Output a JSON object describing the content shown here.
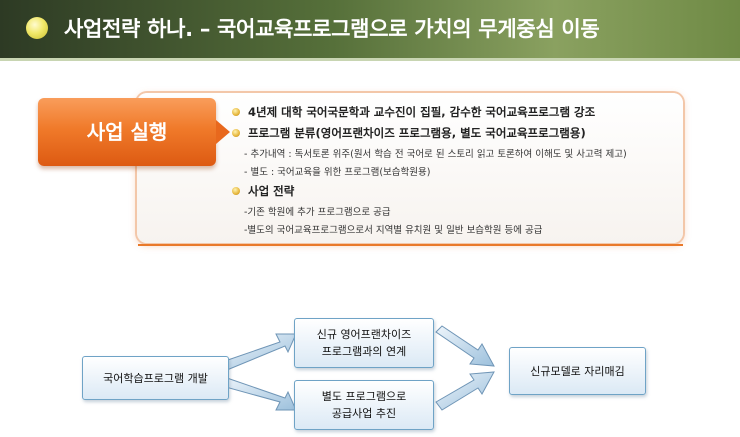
{
  "header": {
    "title": "사업전략 하나. – 국어교육프로그램으로 가치의 무게중심 이동"
  },
  "tab": {
    "label": "사업 실행"
  },
  "content": {
    "item1": "4년제 대학 국어국문학과 교수진이 집필, 감수한 국어교육프로그램 강조",
    "item2": "프로그램 분류(영어프랜차이즈 프로그램용, 별도 국어교육프로그램용)",
    "item2_sub1": "- 추가내역 : 독서토론 위주(원서 학습 전 국어로 된 스토리 읽고 토론하여 이해도 및 사고력 제고)",
    "item2_sub2": "- 별도 : 국어교육을 위한 프로그램(보습학원용)",
    "item3": "사업 전략",
    "item3_sub1": "-기존 학원에 추가 프로그램으로 공급",
    "item3_sub2": "-별도의 국어교육프로그램으로서 지역별 유치원 및 일반 보습학원 등에 공급"
  },
  "diagram": {
    "start": "국어학습프로그램 개발",
    "top_line1": "신규 영어프랜차이즈",
    "top_line2": "프로그램과의 연계",
    "bottom_line1": "별도 프로그램으로",
    "bottom_line2": "공급사업 추진",
    "end": "신규모델로 자리매김"
  },
  "colors": {
    "accent_orange": "#f07a2a",
    "title_green": "#56703a",
    "box_border": "#6fa3c6"
  }
}
